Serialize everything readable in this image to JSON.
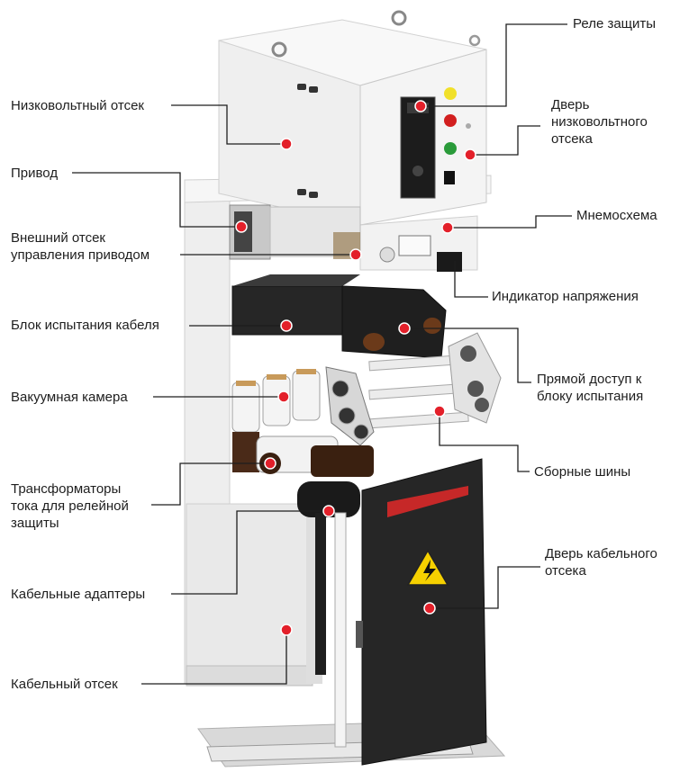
{
  "labels": {
    "low_voltage_compartment": "Низковольтный отсек",
    "drive": "Привод",
    "external_drive_control": "Внешний отсек\nуправления приводом",
    "cable_test_block": "Блок испытания кабеля",
    "vacuum_chamber": "Вакуумная камера",
    "current_transformers": "Трансформаторы\nтока для релейной\nзащиты",
    "cable_adapters": "Кабельные адаптеры",
    "cable_compartment": "Кабельный отсек",
    "protection_relay": "Реле защиты",
    "low_voltage_door": "Дверь\nнизковольтного\nотсека",
    "mimic_diagram": "Мнемосхема",
    "voltage_indicator": "Индикатор напряжения",
    "direct_access": "Прямой доступ к\nблоку испытания",
    "busbars": "Сборные шины",
    "cable_door": "Дверь кабельного\nотсека"
  },
  "colors": {
    "marker": "#e3202a",
    "text": "#1e1e1e",
    "cabinet": "#f1f1f1",
    "door_dark": "#2a2a2a",
    "warning_yellow": "#f5d000"
  },
  "icons": [
    "warning-high-voltage-icon",
    "lifting-eye-icon"
  ]
}
